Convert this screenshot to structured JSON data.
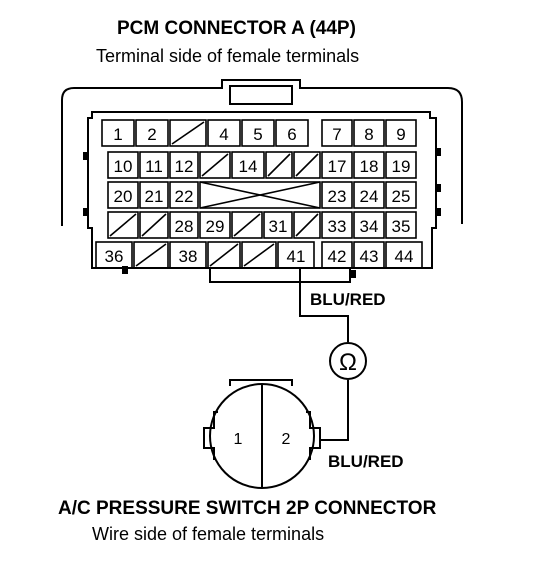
{
  "pcm_connector": {
    "title": "PCM CONNECTOR A (44P)",
    "subtitle": "Terminal side of female terminals",
    "rows": [
      [
        "1",
        "2",
        "",
        "4",
        "5",
        "6",
        "7",
        "8",
        "9"
      ],
      [
        "10",
        "11",
        "12",
        "",
        "14",
        "",
        "",
        "17",
        "18",
        "19"
      ],
      [
        "20",
        "21",
        "22",
        "",
        "23",
        "24",
        "25"
      ],
      [
        "",
        "",
        "28",
        "29",
        "",
        "31",
        "",
        "33",
        "34",
        "35"
      ],
      [
        "36",
        "",
        "38",
        "",
        "",
        "41",
        "42",
        "43",
        "44"
      ]
    ]
  },
  "wire_top": {
    "label": "BLU/RED"
  },
  "meter": {
    "symbol": "Ω"
  },
  "switch_connector": {
    "title": "A/C PRESSURE SWITCH 2P CONNECTOR",
    "subtitle": "Wire side of female terminals",
    "terminals": [
      "1",
      "2"
    ]
  },
  "wire_bottom": {
    "label": "BLU/RED"
  }
}
